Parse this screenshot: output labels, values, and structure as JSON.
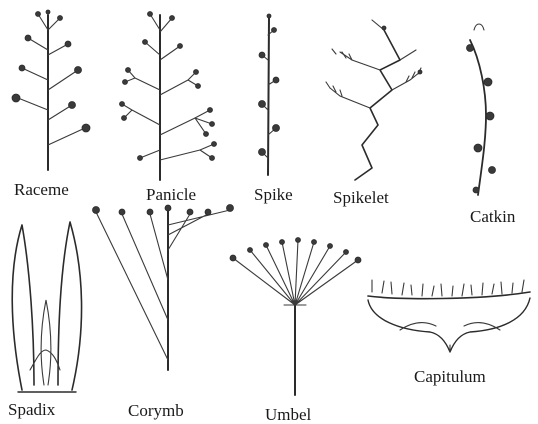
{
  "figure": {
    "labels": {
      "raceme": "Raceme",
      "panicle": "Panicle",
      "spike": "Spike",
      "spikelet": "Spikelet",
      "catkin": "Catkin",
      "spadix": "Spadix",
      "corymb": "Corymb",
      "umbel": "Umbel",
      "capitulum": "Capitulum"
    },
    "colors": {
      "ink": "#2b2b2b",
      "background": "#ffffff"
    }
  }
}
